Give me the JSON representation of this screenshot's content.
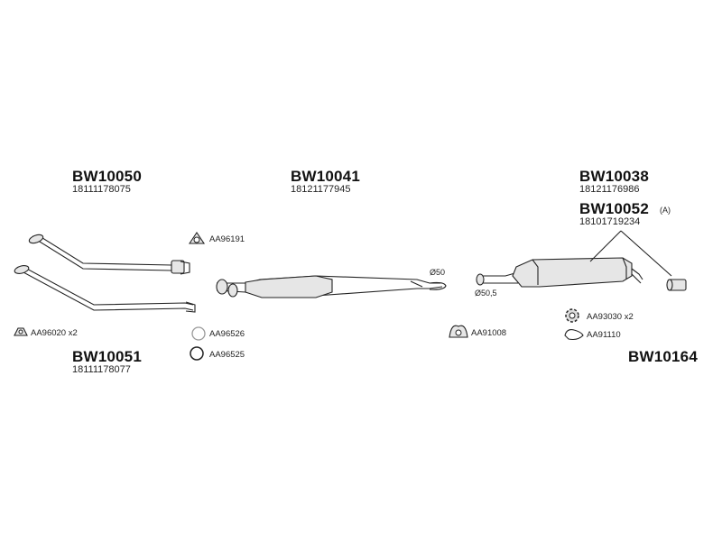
{
  "parts": {
    "front_pipe_1": {
      "code": "BW10050",
      "number": "18111178075"
    },
    "middle_silencer": {
      "code": "BW10041",
      "number": "18121177945"
    },
    "rear_silencer_1": {
      "code": "BW10038",
      "number": "18121176986"
    },
    "rear_silencer_2": {
      "code": "BW10052",
      "number": "18101719234",
      "note": "(A)"
    },
    "front_pipe_2": {
      "code": "BW10051",
      "number": "18111178077"
    },
    "kit": {
      "code": "BW10164"
    }
  },
  "accessories": {
    "gasket_top": {
      "label": "AA96191"
    },
    "bolt_left": {
      "label": "AA96020 x2"
    },
    "ring_1": {
      "label": "AA96526"
    },
    "ring_2": {
      "label": "AA96525"
    },
    "clamp_mid": {
      "label": "AA91008"
    },
    "rubber_mount": {
      "label": "AA93030 x2"
    },
    "hanger": {
      "label": "AA91110"
    }
  },
  "dimensions": {
    "d50": "Ø50",
    "d50_5": "Ø50,5"
  }
}
